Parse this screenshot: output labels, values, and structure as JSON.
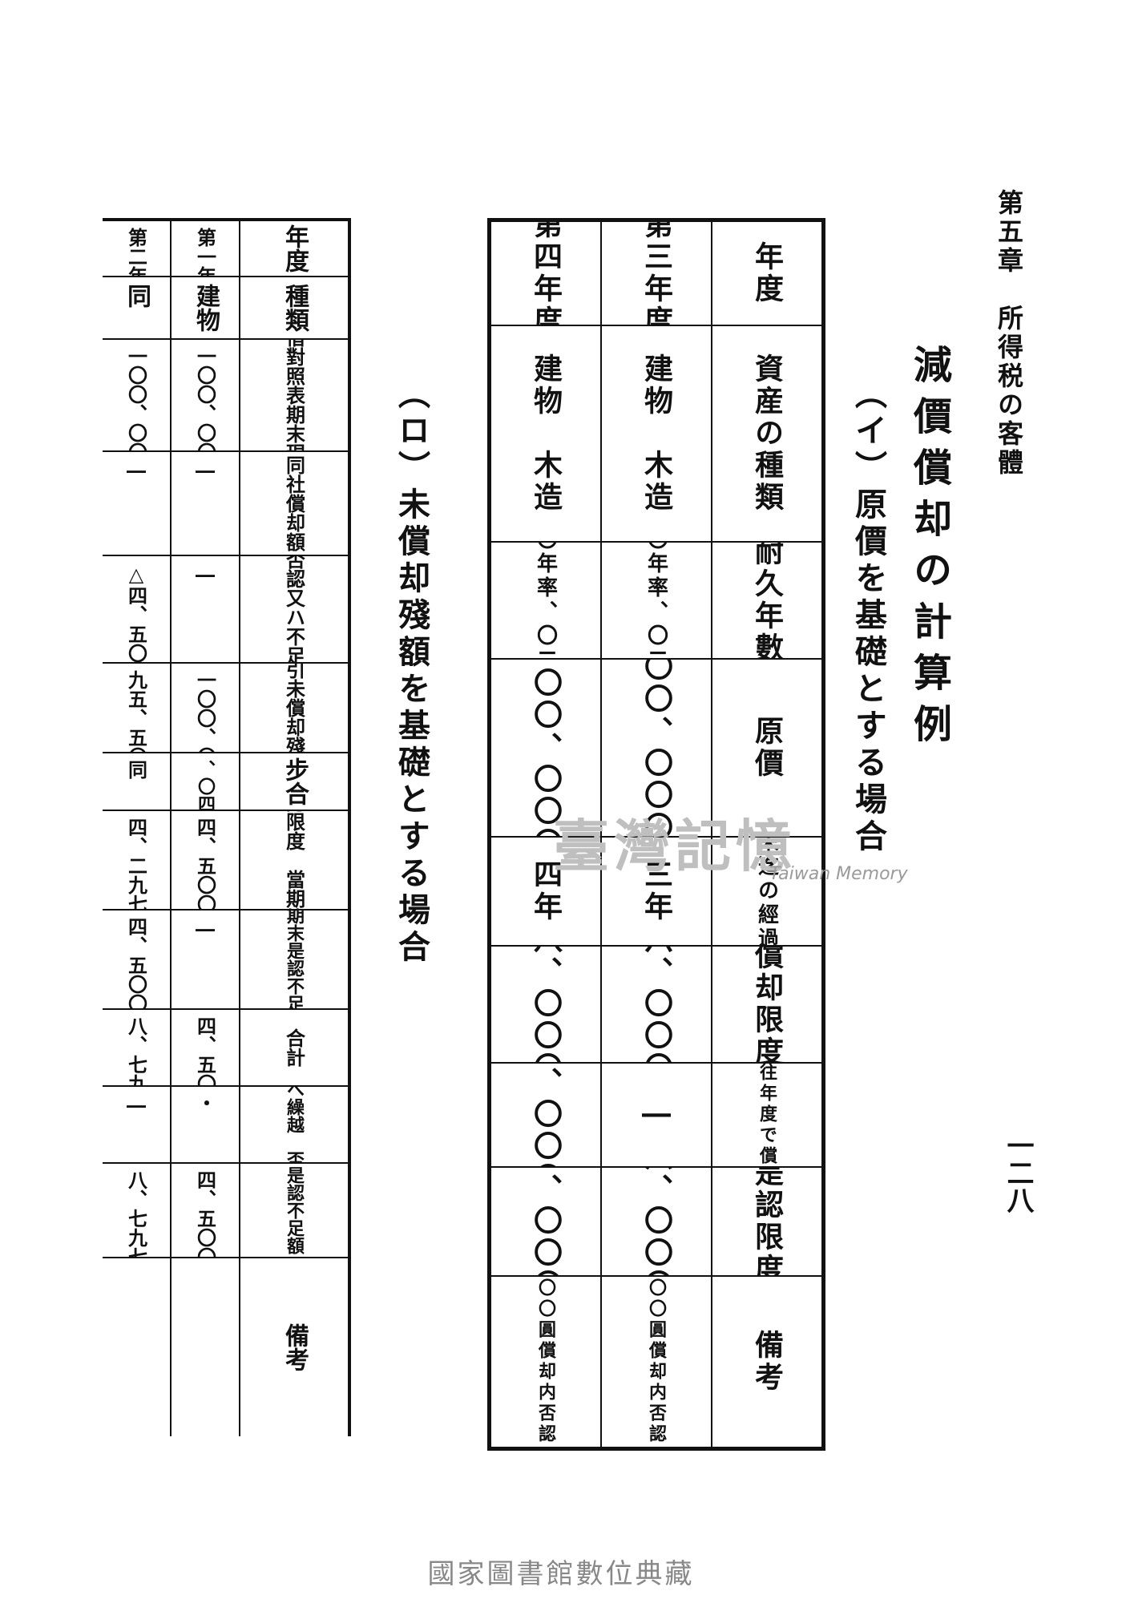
{
  "chapter": "第五章　所得税の客體",
  "page_number": "一二八",
  "title": "減價償却の計算例",
  "section_i": "（イ）原價を基礎とする場合",
  "section_ro": "（ロ）未償却殘額を基礎とする場合",
  "tableA": {
    "headers": [
      "年度",
      "資産の種類",
      "耐久年數",
      "原價",
      "本期末迄の經過年數",
      "償却限度",
      "會社が既往年度で償却した額",
      "是認限度",
      "備考"
    ],
    "rows": [
      [
        "第三年度",
        "建物　木造",
        "五〇年率、〇二〇",
        "一〇〇、〇〇〇圓",
        "三年",
        "六、〇〇〇",
        "―",
        "六、〇〇〇",
        "會社ハ七、〇〇〇圓償却内否認一、〇〇〇圓"
      ],
      [
        "第四年度",
        "建物　木造",
        "五〇年率、〇二〇",
        "一〇〇、〇〇〇",
        "四年",
        "八、〇〇〇",
        "七、〇〇〇",
        "一、〇〇〇",
        "會社ハ二、〇〇〇圓償却内否認一、〇〇〇圓"
      ]
    ]
  },
  "tableB": {
    "headers": [
      "年度",
      "種類",
      "貸借對照表期末現在",
      "同社償却額",
      "前期否認又ハ不足△減",
      "差引未償却殘額",
      "步合",
      "是認限度　當期算出",
      "前期末是認不足額",
      "合計",
      "翌期へ繰越　否認額",
      "是認不足額",
      "備考"
    ],
    "rows": [
      [
        "第一年度",
        "建物",
        "一〇〇、〇〇〇圓",
        "―",
        "―",
        "一〇〇、〇〇〇",
        "、〇四五",
        "四、五〇〇",
        "―",
        "四、五〇〇",
        "・",
        "四、五〇〇",
        ""
      ],
      [
        "第二年度",
        "同",
        "一〇〇、〇〇〇",
        "―",
        "△四、五〇〇",
        "九五、五〇〇",
        "同",
        "四、二九七",
        "四、五〇〇",
        "八、七九七",
        "―",
        "八、七九七",
        ""
      ]
    ]
  },
  "watermark": "臺灣記憶",
  "watermark_en": "Taiwan Memory",
  "footer": "國家圖書館數位典藏"
}
